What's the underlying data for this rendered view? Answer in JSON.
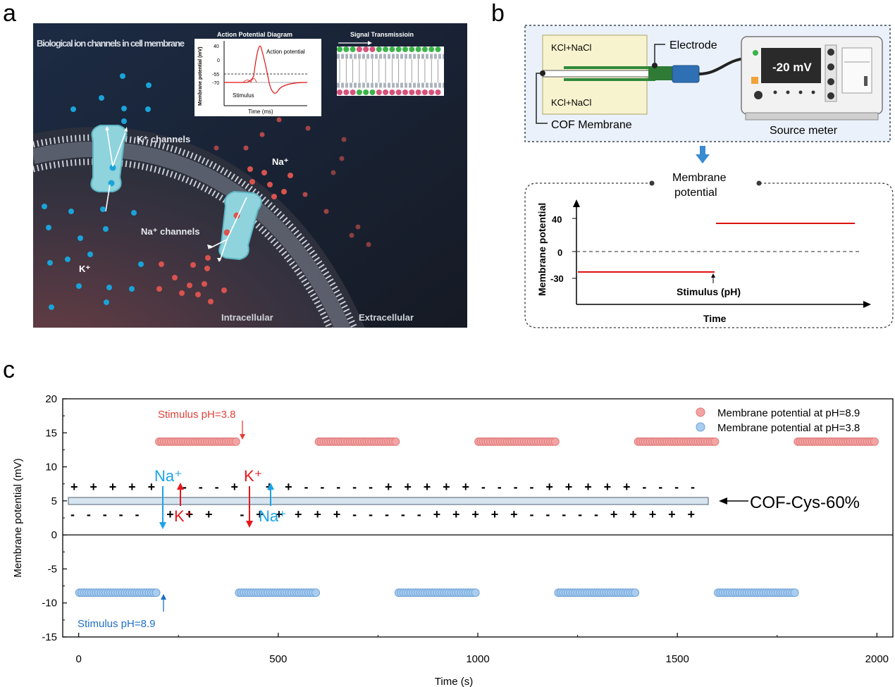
{
  "panel_labels": {
    "a": "a",
    "b": "b",
    "c": "c"
  },
  "panel_a": {
    "title": "Biological ion channels in cell membrane",
    "k_channels": "K⁺ channels",
    "na_channels": "Na⁺ channels",
    "na_ion": "Na⁺",
    "k_ion": "K⁺",
    "intracellular": "Intracellular",
    "extracellular": "Extracellular",
    "ap_title": "Action Potential Diagram",
    "ap_ylabel": "Membrane potential (mV)",
    "ap_xlabel": "Time (ms)",
    "ap_ticks": [
      "40",
      "0",
      "-55",
      "-70"
    ],
    "ap_curve_label": "Action potential",
    "ap_stimulus": "Stimulus",
    "signal_title": "Signal Transmissioin",
    "colors": {
      "bg": "#1b2233",
      "k_ion": "#1aa3d9",
      "na_ion": "#d9534f",
      "channel": "#8fd3dd"
    }
  },
  "panel_b": {
    "kcl_top": "KCl+NaCl",
    "kcl_bottom": "KCl+NaCl",
    "electrode": "Electrode",
    "cof_membrane": "COF Membrane",
    "display": "-20 mV",
    "source_meter": "Source meter",
    "membrane_potential": [
      "Membrane",
      "potential"
    ],
    "plot_ylabel": "Membrane potential",
    "plot_xlabel": "Time",
    "plot_ticks": [
      "40",
      "0",
      "-30"
    ],
    "stimulus": "Stimulus (pH)"
  },
  "chart_data": {
    "type": "scatter",
    "title": "",
    "xlabel": "Time (s)",
    "ylabel": "Membrane potential (mV)",
    "xlim": [
      -40,
      2040
    ],
    "ylim": [
      -15,
      20
    ],
    "x_ticks": [
      0,
      500,
      1000,
      1500,
      2000
    ],
    "y_ticks": [
      -15,
      -10,
      -5,
      0,
      5,
      10,
      15,
      20
    ],
    "legend_position": "top-right",
    "series": [
      {
        "name": "Membrane potential at pH=8.9",
        "color": "#f08080",
        "value": 13.7,
        "ranges": [
          [
            200,
            400
          ],
          [
            600,
            800
          ],
          [
            1000,
            1200
          ],
          [
            1400,
            1600
          ],
          [
            1800,
            2000
          ]
        ]
      },
      {
        "name": "Membrane potential at pH=3.8",
        "color": "#7fb5e8",
        "value": -8.5,
        "ranges": [
          [
            0,
            200
          ],
          [
            400,
            600
          ],
          [
            800,
            1000
          ],
          [
            1200,
            1400
          ],
          [
            1600,
            1800
          ]
        ]
      }
    ],
    "annotations": {
      "stimulus_top": "Stimulus pH=3.8",
      "stimulus_bottom": "Stimulus pH=8.9",
      "membrane_label": "COF-Cys-60%",
      "na_left": "Na⁺",
      "k_left": "K⁺",
      "k_right": "K⁺",
      "na_right": "Na⁺",
      "charges_top": "+ + + + +   - - - +   + + - - - - - + + + + + - - - - + + + + + - - - -",
      "charges_bottom": "- - - - -   + + +   - + + + + + - - - - - + + + + + - - - - - + + + + +"
    }
  }
}
